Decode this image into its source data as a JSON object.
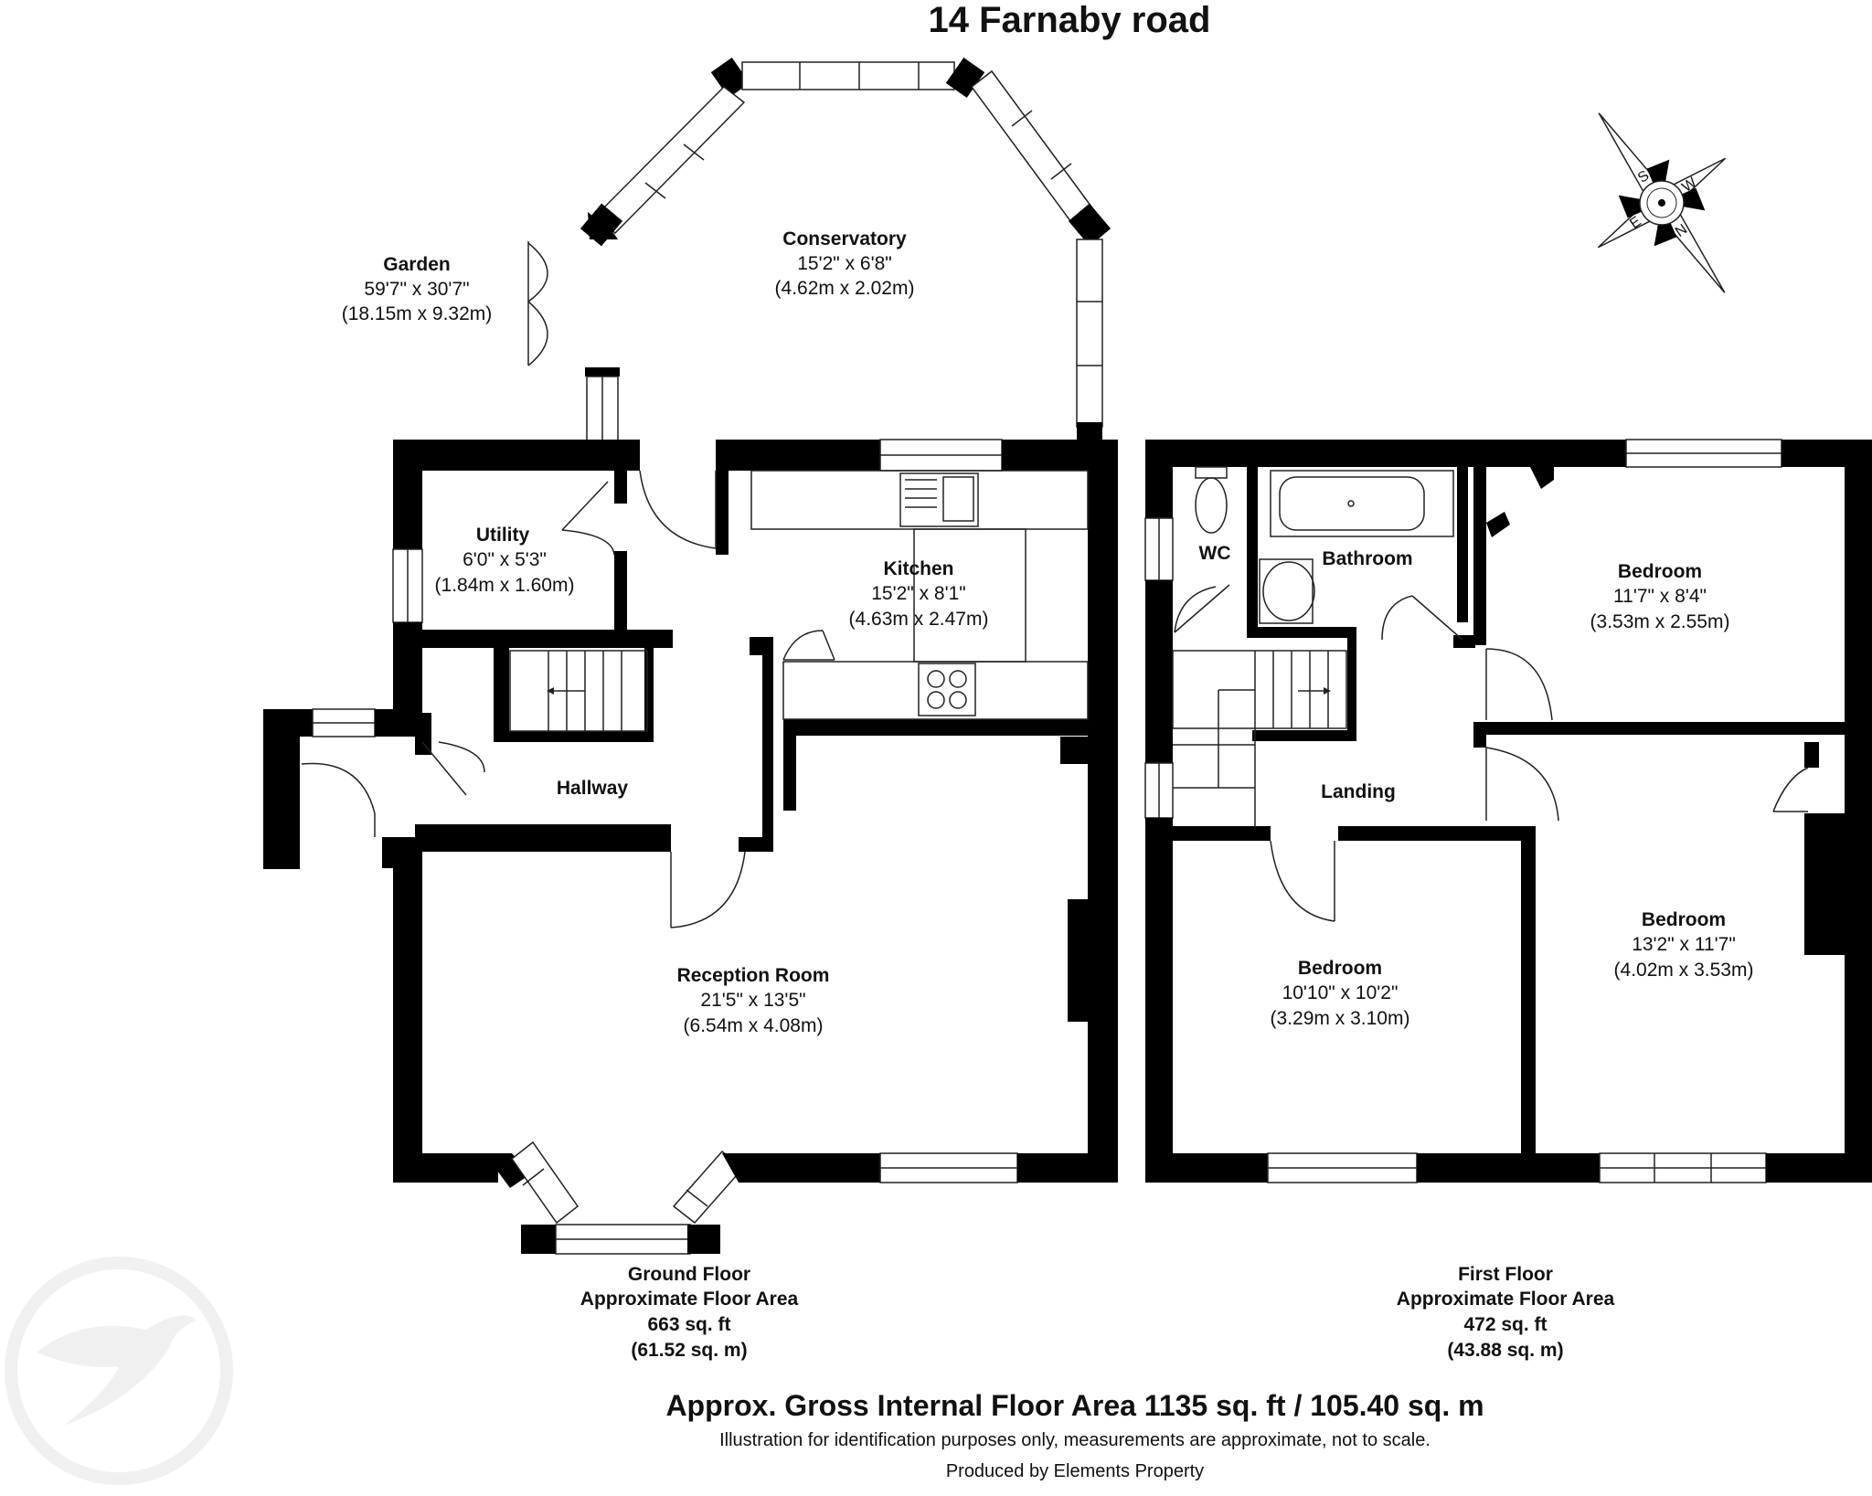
{
  "title": "14 Farnaby road",
  "rooms": {
    "garden": {
      "name": "Garden",
      "dim_imperial": "59'7\" x 30'7\"",
      "dim_metric": "(18.15m x 9.32m)"
    },
    "conservatory": {
      "name": "Conservatory",
      "dim_imperial": "15'2\" x 6'8\"",
      "dim_metric": "(4.62m x 2.02m)"
    },
    "utility": {
      "name": "Utility",
      "dim_imperial": "6'0\" x 5'3\"",
      "dim_metric": "(1.84m x 1.60m)"
    },
    "kitchen": {
      "name": "Kitchen",
      "dim_imperial": "15'2\" x 8'1\"",
      "dim_metric": "(4.63m x 2.47m)"
    },
    "hallway": {
      "name": "Hallway"
    },
    "reception": {
      "name": "Reception Room",
      "dim_imperial": "21'5\" x 13'5\"",
      "dim_metric": "(6.54m x 4.08m)"
    },
    "wc": {
      "name": "WC"
    },
    "bathroom": {
      "name": "Bathroom"
    },
    "bedroom1": {
      "name": "Bedroom",
      "dim_imperial": "11'7\" x 8'4\"",
      "dim_metric": "(3.53m x 2.55m)"
    },
    "landing": {
      "name": "Landing"
    },
    "bedroom2": {
      "name": "Bedroom",
      "dim_imperial": "13'2\" x 11'7\"",
      "dim_metric": "(4.02m x 3.53m)"
    },
    "bedroom3": {
      "name": "Bedroom",
      "dim_imperial": "10'10\" x 10'2\"",
      "dim_metric": "(3.29m x 3.10m)"
    }
  },
  "ground_floor": {
    "line1": "Ground Floor",
    "line2": "Approximate Floor Area",
    "line3": "663 sq. ft",
    "line4": "(61.52 sq. m)"
  },
  "first_floor": {
    "line1": "First Floor",
    "line2": "Approximate Floor Area",
    "line3": "472 sq. ft",
    "line4": "(43.88 sq. m)"
  },
  "gross_area": "Approx. Gross Internal Floor Area 1135 sq. ft / 105.40 sq. m",
  "disclaimer": "Illustration for identification purposes only, measurements are approximate, not to scale.",
  "producer": "Produced by Elements Property",
  "compass": {
    "n": "N",
    "s": "S",
    "e": "E",
    "w": "W",
    "icon": "compass-rose-icon"
  },
  "logo": {
    "icon": "bird-logo-icon"
  }
}
